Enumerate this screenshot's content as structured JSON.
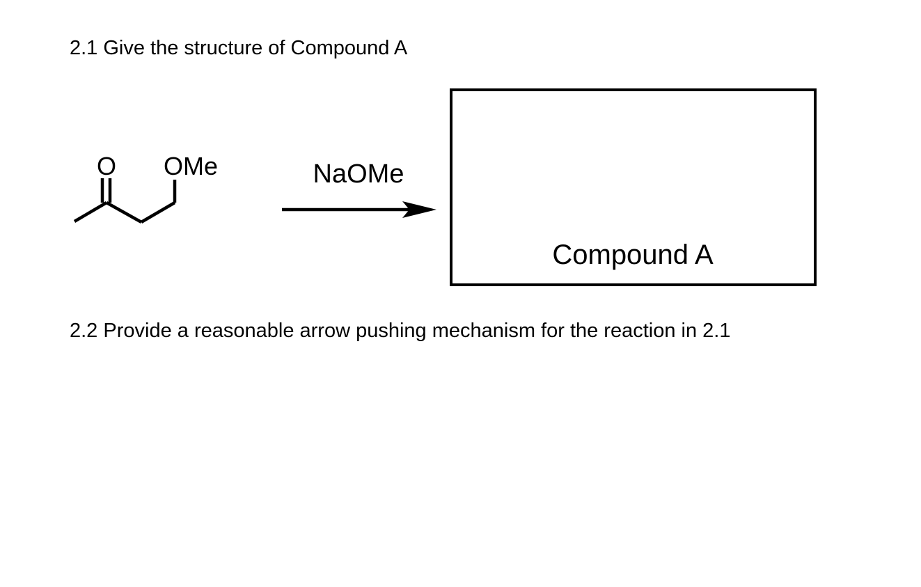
{
  "questions": {
    "q1": "2.1 Give the structure of Compound A",
    "q2": "2.2 Provide a reasonable arrow pushing mechanism for the reaction in 2.1"
  },
  "reaction": {
    "starting_material": {
      "carbonyl_oxygen_label": "O",
      "ether_label": "OMe"
    },
    "reagent": "NaOMe",
    "product_box_label": "Compound A"
  }
}
